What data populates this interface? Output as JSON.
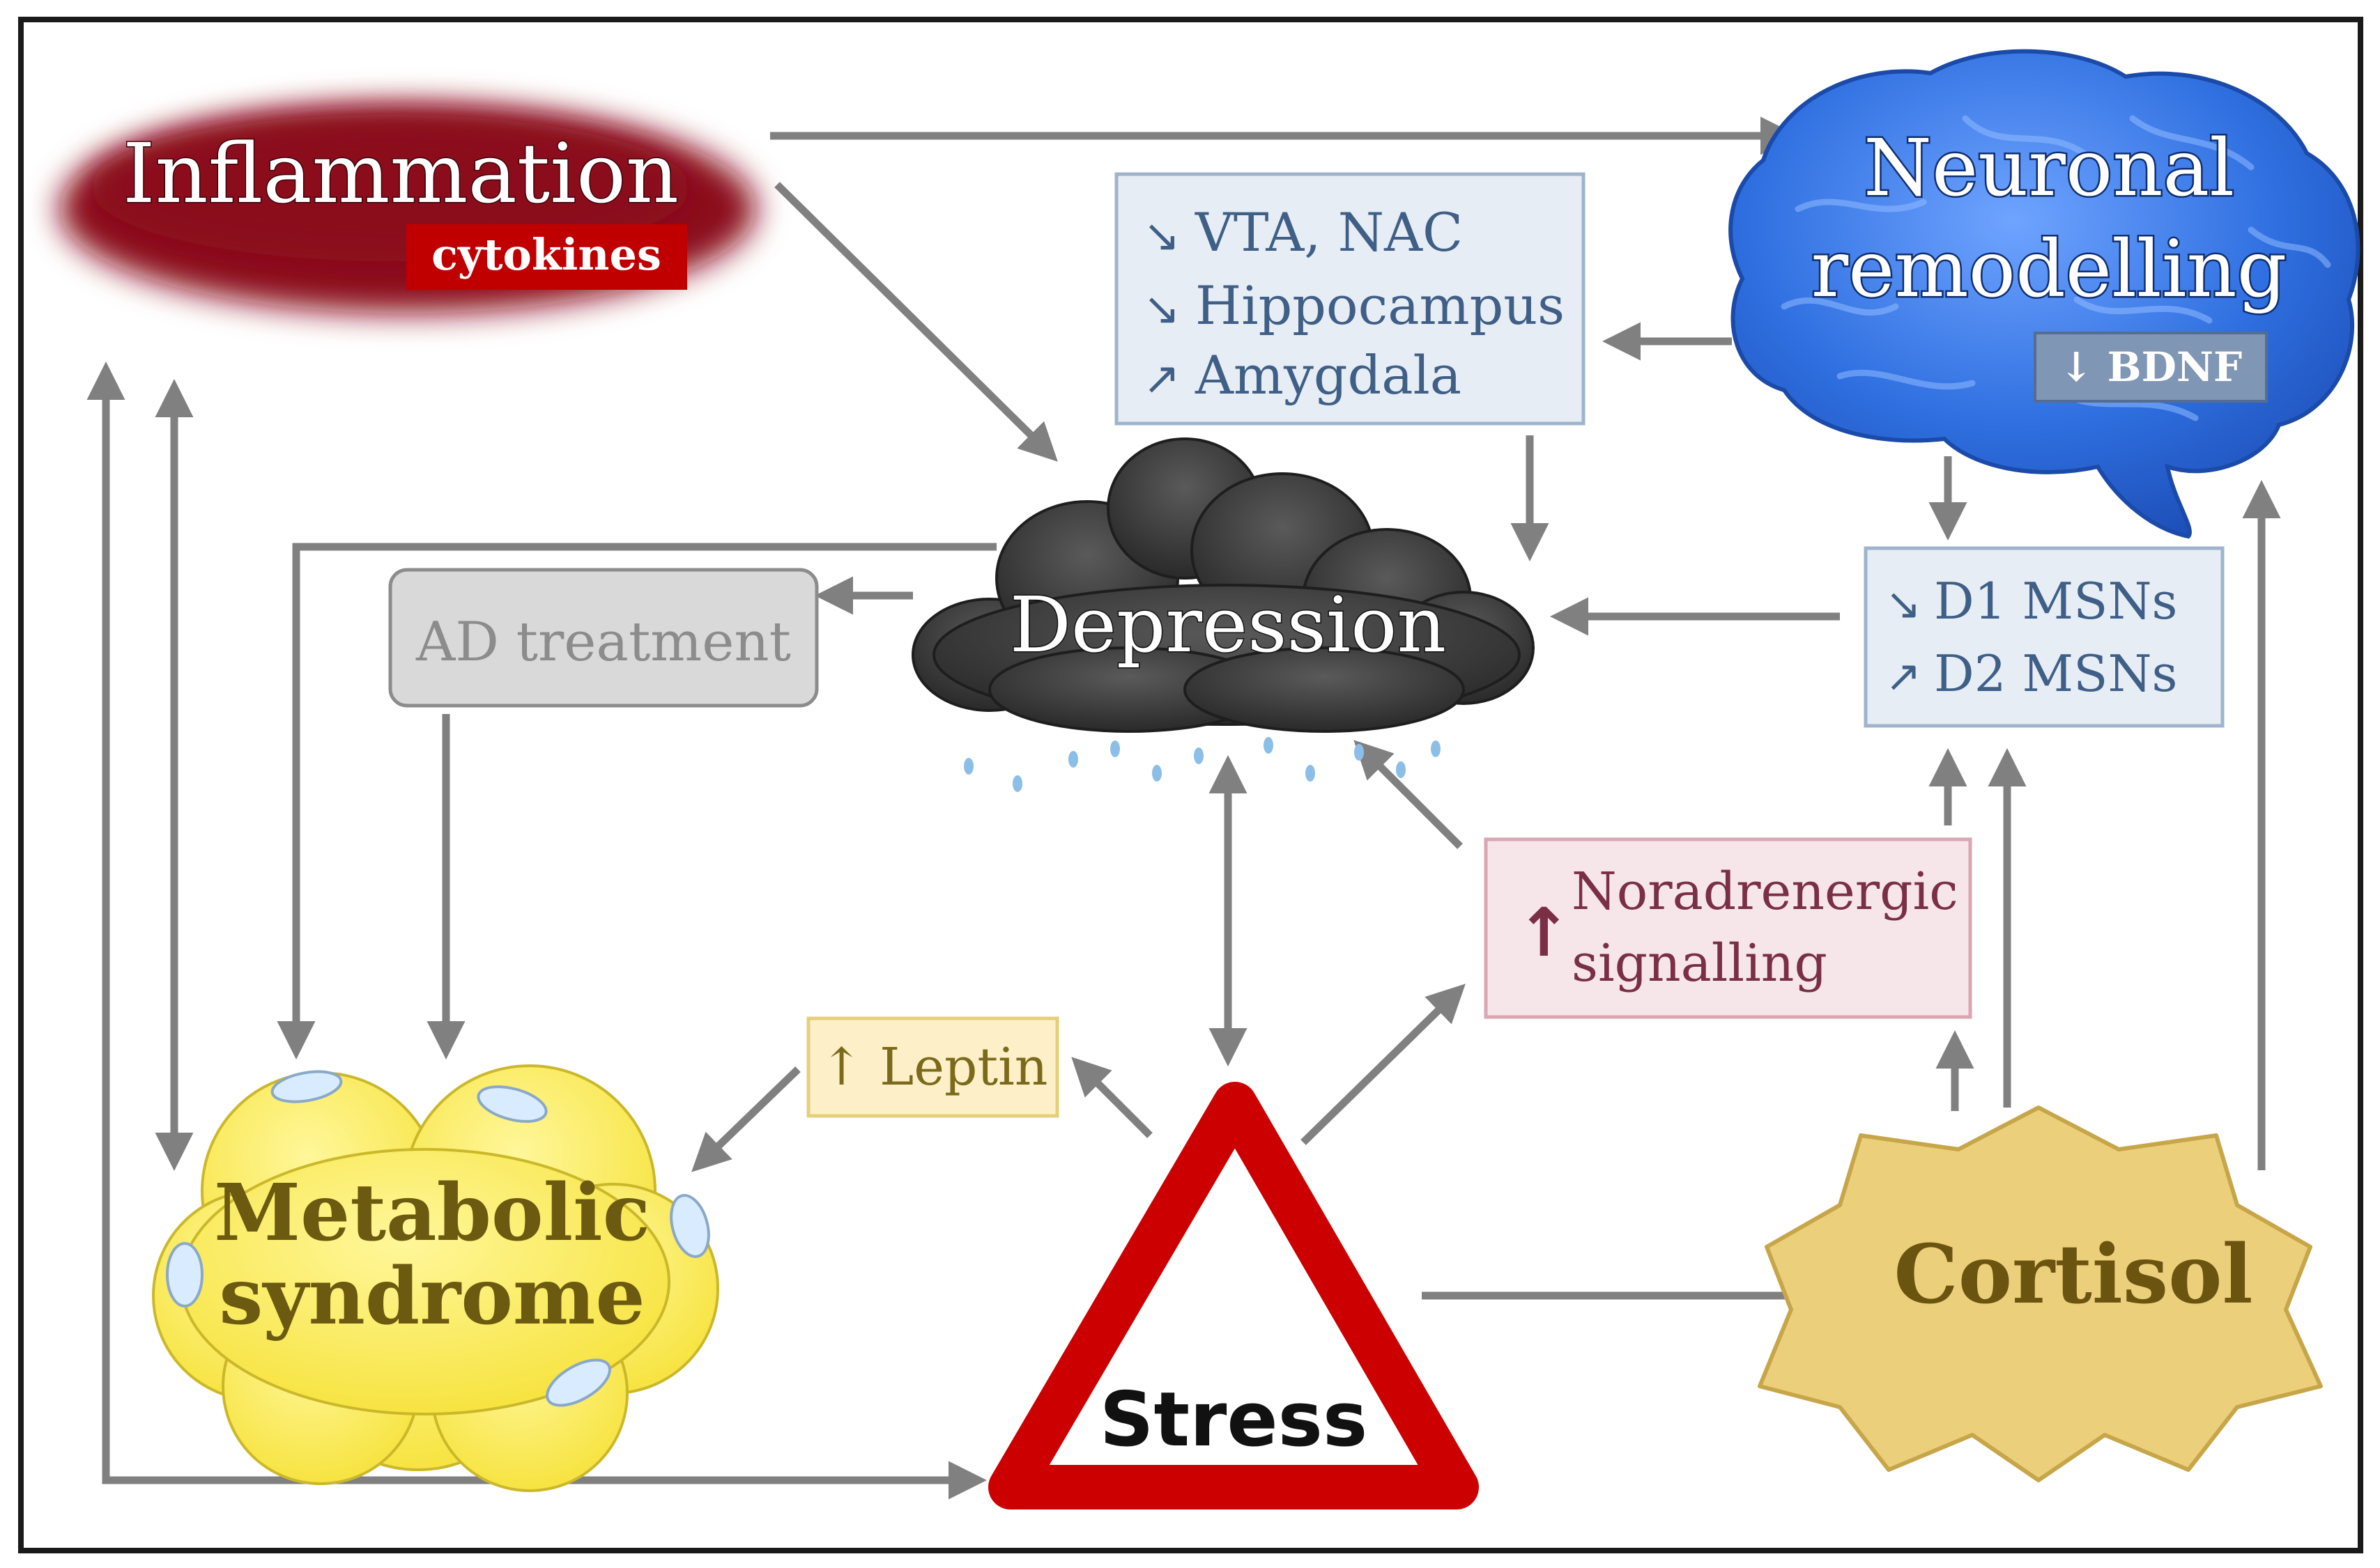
{
  "nodes": {
    "inflammation": {
      "title": "Inflammation",
      "tag": "cytokines"
    },
    "neuronal": {
      "line1": "Neuronal",
      "line2": "remodelling",
      "tag": "↓ BDNF"
    },
    "regions": [
      {
        "arrow": "↘",
        "label": "VTA, NAC"
      },
      {
        "arrow": "↘",
        "label": "Hippocampus"
      },
      {
        "arrow": "↗",
        "label": "Amygdala"
      }
    ],
    "depression": {
      "label": "Depression"
    },
    "ad_treatment": {
      "label": "AD treatment"
    },
    "msns": [
      {
        "arrow": "↘",
        "label": "D1 MSNs"
      },
      {
        "arrow": "↗",
        "label": "D2 MSNs"
      }
    ],
    "noradrenergic": {
      "arrow": "↑",
      "line1": "Noradrenergic",
      "line2": "signalling"
    },
    "leptin": {
      "label": "↑ Leptin"
    },
    "metabolic": {
      "line1": "Metabolic",
      "line2": "syndrome"
    },
    "stress": {
      "label": "Stress"
    },
    "cortisol": {
      "label": "Cortisol"
    }
  },
  "colors": {
    "arrow": "#808080",
    "inflammation": "#8b0a1a",
    "cytokines": "#c00000",
    "brain": "#2f6fe0",
    "bdnf": "#7f96b4",
    "info_box_fill": "#e6edf5",
    "info_box_stroke": "#9fb4cc",
    "info_text": "#3f5f86",
    "depression_cloud": "#3a3a3a",
    "ad_fill": "#d9d9d9",
    "ad_text": "#8c8c8c",
    "nor_fill": "#f6e6ea",
    "nor_stroke": "#dba5b2",
    "nor_text": "#7a2f45",
    "leptin_fill": "#fdf0c8",
    "leptin_stroke": "#e6cf7a",
    "leptin_text": "#7a6a1a",
    "metabolic_fill": "#ffee55",
    "metabolic_text": "#6b5a10",
    "stress_stroke": "#cc0000",
    "cortisol_fill": "#eccf7a",
    "cortisol_text": "#6b5410"
  }
}
